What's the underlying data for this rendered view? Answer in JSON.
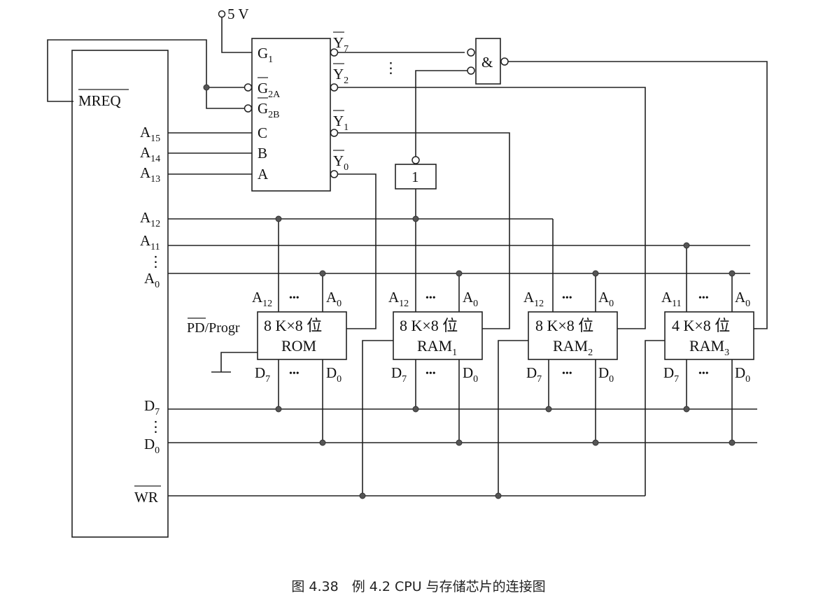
{
  "supply": {
    "label": "5 V"
  },
  "cpu": {
    "mreq_label": "MREQ",
    "addr_hi": [
      {
        "base": "A",
        "sub": "15"
      },
      {
        "base": "A",
        "sub": "14"
      },
      {
        "base": "A",
        "sub": "13"
      },
      {
        "base": "A",
        "sub": "12"
      },
      {
        "base": "A",
        "sub": "11"
      }
    ],
    "addr_lo": {
      "base": "A",
      "sub": "0"
    },
    "data_hi": {
      "base": "D",
      "sub": "7"
    },
    "data_lo": {
      "base": "D",
      "sub": "0"
    },
    "wr_label": "WR"
  },
  "decoder": {
    "inputs": {
      "g1": {
        "base": "G",
        "sub": "1"
      },
      "g2a": {
        "base": "G",
        "sub": "2A"
      },
      "g2b": {
        "base": "G",
        "sub": "2B"
      },
      "c": "C",
      "b": "B",
      "a": "A"
    },
    "outputs": [
      {
        "base": "Y",
        "sub": "7"
      },
      {
        "base": "Y",
        "sub": "2"
      },
      {
        "base": "Y",
        "sub": "1"
      },
      {
        "base": "Y",
        "sub": "0"
      }
    ],
    "dots": "⋮"
  },
  "gates": {
    "and_label": "&",
    "not_label": "1"
  },
  "pd_label": "PD",
  "progr_label": "/Progr",
  "ellipsis": "•••",
  "chips": [
    {
      "size": "8 K×8 位",
      "name": "ROM",
      "name_sub": "",
      "addr_hi": {
        "base": "A",
        "sub": "12"
      },
      "addr_lo": {
        "base": "A",
        "sub": "0"
      },
      "data_hi": {
        "base": "D",
        "sub": "7"
      },
      "data_lo": {
        "base": "D",
        "sub": "0"
      }
    },
    {
      "size": "8 K×8 位",
      "name": "RAM",
      "name_sub": "1",
      "addr_hi": {
        "base": "A",
        "sub": "12"
      },
      "addr_lo": {
        "base": "A",
        "sub": "0"
      },
      "data_hi": {
        "base": "D",
        "sub": "7"
      },
      "data_lo": {
        "base": "D",
        "sub": "0"
      }
    },
    {
      "size": "8 K×8 位",
      "name": "RAM",
      "name_sub": "2",
      "addr_hi": {
        "base": "A",
        "sub": "12"
      },
      "addr_lo": {
        "base": "A",
        "sub": "0"
      },
      "data_hi": {
        "base": "D",
        "sub": "7"
      },
      "data_lo": {
        "base": "D",
        "sub": "0"
      }
    },
    {
      "size": "4 K×8 位",
      "name": "RAM",
      "name_sub": "3",
      "addr_hi": {
        "base": "A",
        "sub": "11"
      },
      "addr_lo": {
        "base": "A",
        "sub": "0"
      },
      "data_hi": {
        "base": "D",
        "sub": "7"
      },
      "data_lo": {
        "base": "D",
        "sub": "0"
      }
    }
  ],
  "caption": "图 4.38　例 4.2 CPU 与存储芯片的连接图"
}
